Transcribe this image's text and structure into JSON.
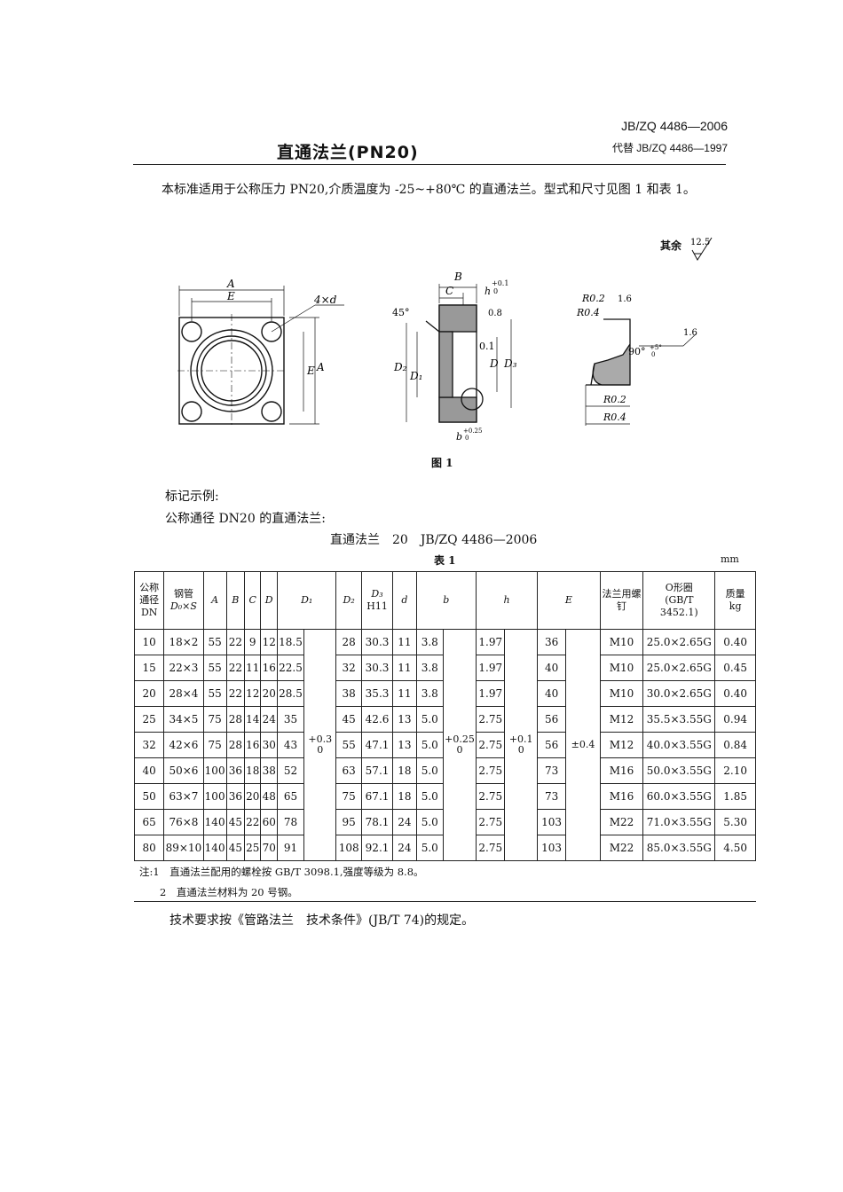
{
  "header": {
    "standard_no": "JB/ZQ 4486—2006",
    "replaces": "代替 JB/ZQ 4486—1997",
    "title": "直通法兰(PN20)"
  },
  "intro": "本标准适用于公称压力 PN20,介质温度为 -25~+80℃ 的直通法兰。型式和尺寸见图 1 和表 1。",
  "roughness": {
    "label": "其余",
    "value": "12.5"
  },
  "figure": {
    "caption": "图 1",
    "labels": {
      "A": "A",
      "E": "E",
      "hole": "4×d",
      "B": "B",
      "C": "C",
      "h": "h",
      "h_tol_up": "+0.1",
      "h_tol_low": "0",
      "angle45": "45°",
      "ra08": "0.8",
      "ra01": "0.1",
      "D2": "D₂",
      "D1": "D₁",
      "D": "D",
      "D3": "D₃",
      "b": "b",
      "b_tol_up": "+0.25",
      "b_tol_low": "0",
      "r02a": "R0.2",
      "r04a": "R0.4",
      "ra16a": "1.6",
      "angle90": "90°",
      "angle90_tol": "+5°",
      "angle90_tol_low": "0",
      "ra16b": "1.6",
      "r02b": "R0.2",
      "r04b": "R0.4"
    }
  },
  "marking": {
    "heading": "标记示例:",
    "line": "公称通径 DN20 的直通法兰:",
    "example": "直通法兰　20　JB/ZQ 4486—2006"
  },
  "table": {
    "caption": "表 1",
    "unit": "mm",
    "headers": {
      "dn": "公称通径DN",
      "pipe_a": "钢管",
      "pipe_b": "D₀×S",
      "A": "A",
      "B": "B",
      "C": "C",
      "D": "D",
      "D1": "D₁",
      "D2": "D₂",
      "D3_a": "D₃",
      "D3_b": "H11",
      "d": "d",
      "b": "b",
      "h": "h",
      "E": "E",
      "bolt": "法兰用螺钉",
      "oring_a": "O形圈",
      "oring_b": "(GB/T",
      "oring_c": "3452.1)",
      "mass_a": "质量",
      "mass_b": "kg"
    },
    "tol": {
      "D1_up": "+0.3",
      "D1_low": "0",
      "b_up": "+0.25",
      "b_low": "0",
      "h_up": "+0.1",
      "h_low": "0",
      "E": "±0.4"
    },
    "rows": [
      {
        "dn": "10",
        "pipe": "18×2",
        "A": "55",
        "B": "22",
        "C": "9",
        "D": "12",
        "D1": "18.5",
        "D2": "28",
        "D3": "30.3",
        "d": "11",
        "b": "3.8",
        "h": "1.97",
        "E": "36",
        "bolt": "M10",
        "oring": "25.0×2.65G",
        "mass": "0.40"
      },
      {
        "dn": "15",
        "pipe": "22×3",
        "A": "55",
        "B": "22",
        "C": "11",
        "D": "16",
        "D1": "22.5",
        "D2": "32",
        "D3": "30.3",
        "d": "11",
        "b": "3.8",
        "h": "1.97",
        "E": "40",
        "bolt": "M10",
        "oring": "25.0×2.65G",
        "mass": "0.45"
      },
      {
        "dn": "20",
        "pipe": "28×4",
        "A": "55",
        "B": "22",
        "C": "12",
        "D": "20",
        "D1": "28.5",
        "D2": "38",
        "D3": "35.3",
        "d": "11",
        "b": "3.8",
        "h": "1.97",
        "E": "40",
        "bolt": "M10",
        "oring": "30.0×2.65G",
        "mass": "0.40"
      },
      {
        "dn": "25",
        "pipe": "34×5",
        "A": "75",
        "B": "28",
        "C": "14",
        "D": "24",
        "D1": "35",
        "D2": "45",
        "D3": "42.6",
        "d": "13",
        "b": "5.0",
        "h": "2.75",
        "E": "56",
        "bolt": "M12",
        "oring": "35.5×3.55G",
        "mass": "0.94"
      },
      {
        "dn": "32",
        "pipe": "42×6",
        "A": "75",
        "B": "28",
        "C": "16",
        "D": "30",
        "D1": "43",
        "D2": "55",
        "D3": "47.1",
        "d": "13",
        "b": "5.0",
        "h": "2.75",
        "E": "56",
        "bolt": "M12",
        "oring": "40.0×3.55G",
        "mass": "0.84"
      },
      {
        "dn": "40",
        "pipe": "50×6",
        "A": "100",
        "B": "36",
        "C": "18",
        "D": "38",
        "D1": "52",
        "D2": "63",
        "D3": "57.1",
        "d": "18",
        "b": "5.0",
        "h": "2.75",
        "E": "73",
        "bolt": "M16",
        "oring": "50.0×3.55G",
        "mass": "2.10"
      },
      {
        "dn": "50",
        "pipe": "63×7",
        "A": "100",
        "B": "36",
        "C": "20",
        "D": "48",
        "D1": "65",
        "D2": "75",
        "D3": "67.1",
        "d": "18",
        "b": "5.0",
        "h": "2.75",
        "E": "73",
        "bolt": "M16",
        "oring": "60.0×3.55G",
        "mass": "1.85"
      },
      {
        "dn": "65",
        "pipe": "76×8",
        "A": "140",
        "B": "45",
        "C": "22",
        "D": "60",
        "D1": "78",
        "D2": "95",
        "D3": "78.1",
        "d": "24",
        "b": "5.0",
        "h": "2.75",
        "E": "103",
        "bolt": "M22",
        "oring": "71.0×3.55G",
        "mass": "5.30"
      },
      {
        "dn": "80",
        "pipe": "89×10",
        "A": "140",
        "B": "45",
        "C": "25",
        "D": "70",
        "D1": "91",
        "D2": "108",
        "D3": "92.1",
        "d": "24",
        "b": "5.0",
        "h": "2.75",
        "E": "103",
        "bolt": "M22",
        "oring": "85.0×3.55G",
        "mass": "4.50"
      }
    ]
  },
  "notes": [
    "注:1　直通法兰配用的螺栓按 GB/T 3098.1,强度等级为 8.8。",
    "2　直通法兰材料为 20 号钢。"
  ],
  "tech_req": "技术要求按《管路法兰　技术条件》(JB/T 74)的规定。"
}
